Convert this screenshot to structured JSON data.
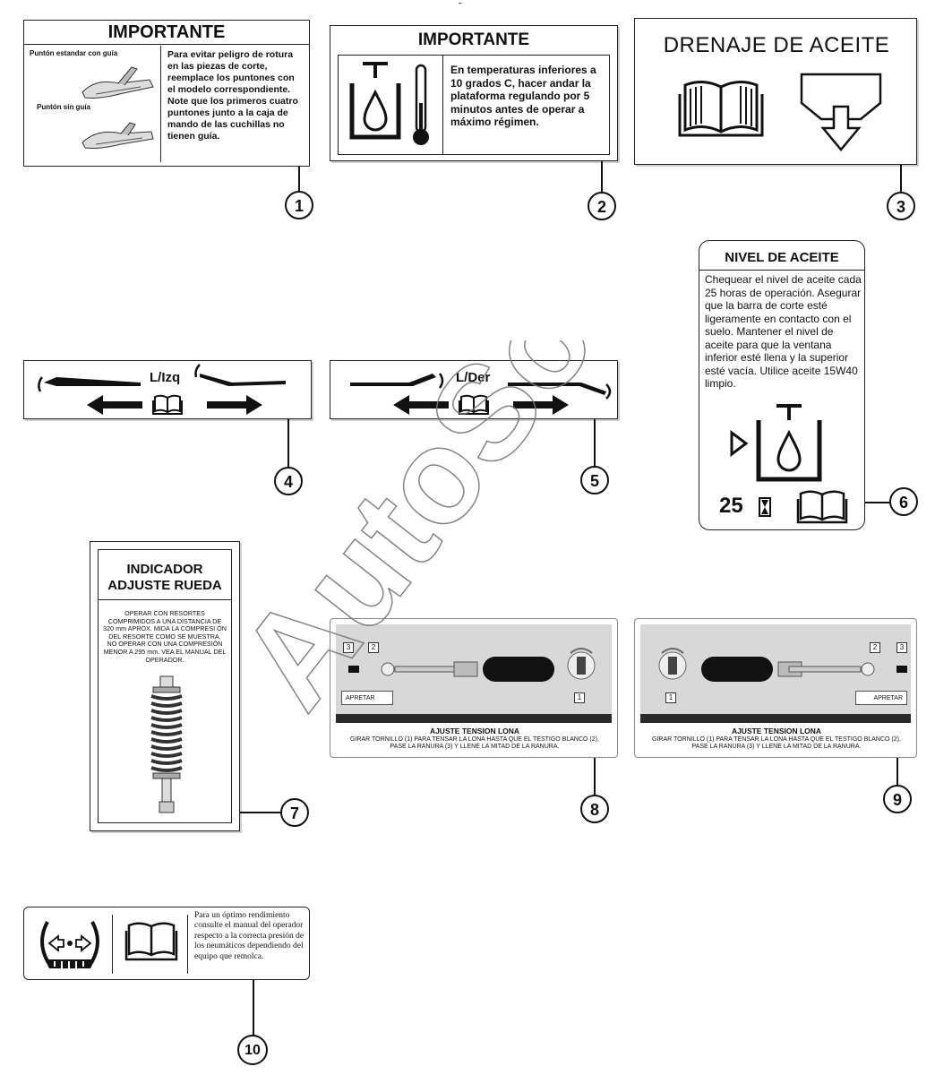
{
  "header_mark": "˜",
  "watermark": "AutoSoft",
  "decal1": {
    "title": "IMPORTANTE",
    "label_standard": "Puntón estandar con guía",
    "label_noguide": "Puntón sin guía",
    "body": "Para evitar peligro de rotura en las piezas de corte, reemplace los puntones con el modelo correspondiente. Note que los primeros cuatro puntones junto a la caja de mando de las cuchillas no tienen guía.",
    "callout": "1"
  },
  "decal2": {
    "title": "IMPORTANTE",
    "body": "En temperaturas inferiores a 10 grados C, hacer andar la plataforma regulando por 5 minutos antes de operar a máximo régimen.",
    "callout": "2"
  },
  "decal3": {
    "title": "DRENAJE DE ACEITE",
    "callout": "3"
  },
  "decal4": {
    "label": "L/Izq",
    "callout": "4"
  },
  "decal5": {
    "label": "L/Der",
    "callout": "5"
  },
  "decal6": {
    "title": "NIVEL DE ACEITE",
    "body": "Chequear el nivel de aceite cada 25 horas de operación. Asegurar que la barra de corte esté ligeramente en contacto con el suelo. Mantener el nivel de aceite para que la ventana inferior esté llena y la superior esté vacía. Utilice aceite 15W40 limpio.",
    "hours": "25",
    "callout": "6"
  },
  "decal7": {
    "title_line1": "INDICADOR",
    "title_line2": "ADJUSTE RUEDA",
    "body": "OPERAR CON RESORTES COMPRIMIDOS A UNA DISTANCIA DE 320 mm APROX. MIDA LA COMPRESI ÓN DEL RESORTE COMO SE MUESTRA. NO OPERAR CON UNA COMPRESIÓN MENOR A 295 mm. VEA EL MANUAL DEL OPERADOR.",
    "callout": "7"
  },
  "decal8": {
    "tag1": "1",
    "tag2": "2",
    "tag3": "3",
    "arrow_label": "APRETAR",
    "title": "AJUSTE TENSION LONA",
    "body": "GIRAR TORNILLO (1) PARA TENSAR LA LONA HASTA QUE EL TESTIGO BLANCO (2), PASE LA RANURA (3) Y LLENE LA MITAD DE LA RANURA.",
    "callout": "8"
  },
  "decal9": {
    "tag1": "1",
    "tag2": "2",
    "tag3": "3",
    "arrow_label": "APRETAR",
    "title": "AJUSTE TENSION LONA",
    "body": "GIRAR TORNILLO (1) PARA TENSAR LA LONA HASTA QUE EL TESTIGO BLANCO (2), PASE LA RANURA (3) Y LLENE LA MITAD DE LA RANURA.",
    "callout": "9"
  },
  "decal10": {
    "body": "Para un óptimo rendimiento consulte el manual del operador respecto a la correcta presión de los neumáticos dependiendo del equipo que remolca.",
    "callout": "10"
  }
}
